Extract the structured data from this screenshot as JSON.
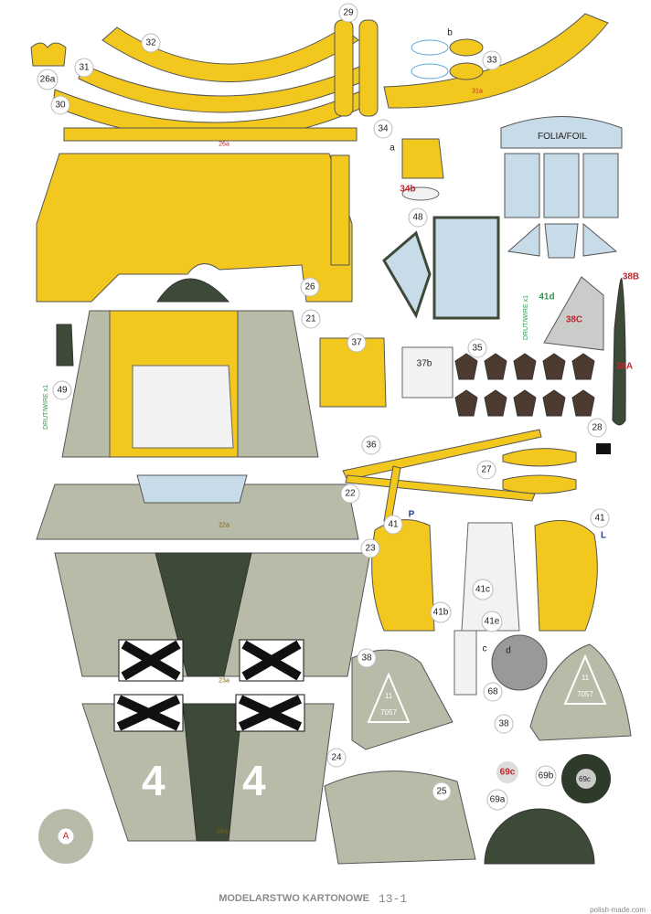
{
  "sheet": {
    "footer_title": "MODELARSTWO KARTONOWE",
    "sheet_number": "13-1",
    "watermark": "polish-made.com"
  },
  "labels": {
    "p32": "32",
    "p31": "31",
    "p26a": "26a",
    "p30": "30",
    "p29": "29",
    "p33": "33",
    "p31a": "31a",
    "p26a_strip": "26a",
    "p34": "34",
    "p34b": "34b",
    "p48": "48",
    "p26": "26",
    "p41d": "41d",
    "p38B": "38B",
    "p38C": "38C",
    "p38A": "38A",
    "p21": "21",
    "p37": "37",
    "p37b": "37b",
    "p35": "35",
    "p49": "49",
    "p28": "28",
    "p36": "36",
    "p27": "27",
    "p22": "22",
    "p22a": "22a",
    "p23": "23",
    "p23a": "23a",
    "p41": "41",
    "p41_2": "41",
    "p41c": "41c",
    "p41b": "41b",
    "p41e": "41e",
    "p38": "38",
    "p38_2": "38",
    "p68": "68",
    "p24": "24",
    "p24a": "24a",
    "p25": "25",
    "p69c": "69c",
    "p69b": "69b",
    "p69a": "69a",
    "p69c_disc": "69c",
    "pA": "A"
  },
  "sublabels": {
    "a": "a",
    "b": "b",
    "c": "c",
    "d": "d",
    "P": "P",
    "L": "L"
  },
  "texts": {
    "foil": "FOLIA/FOIL",
    "wire1": "DRUT/WIRE x1",
    "wire2": "DRUT/WIRE x1",
    "insignia_number": "7057",
    "insignia_number_2": "7057",
    "insignia_top": "11",
    "insignia_top_2": "11",
    "fuselage_number": "4",
    "fuselage_number_2": "4"
  },
  "colors": {
    "yellow": "#f2c81f",
    "grey": "#b7bba7",
    "olive": "#3e4a38",
    "glass": "#c8dbe8",
    "red": "#c0262c"
  }
}
